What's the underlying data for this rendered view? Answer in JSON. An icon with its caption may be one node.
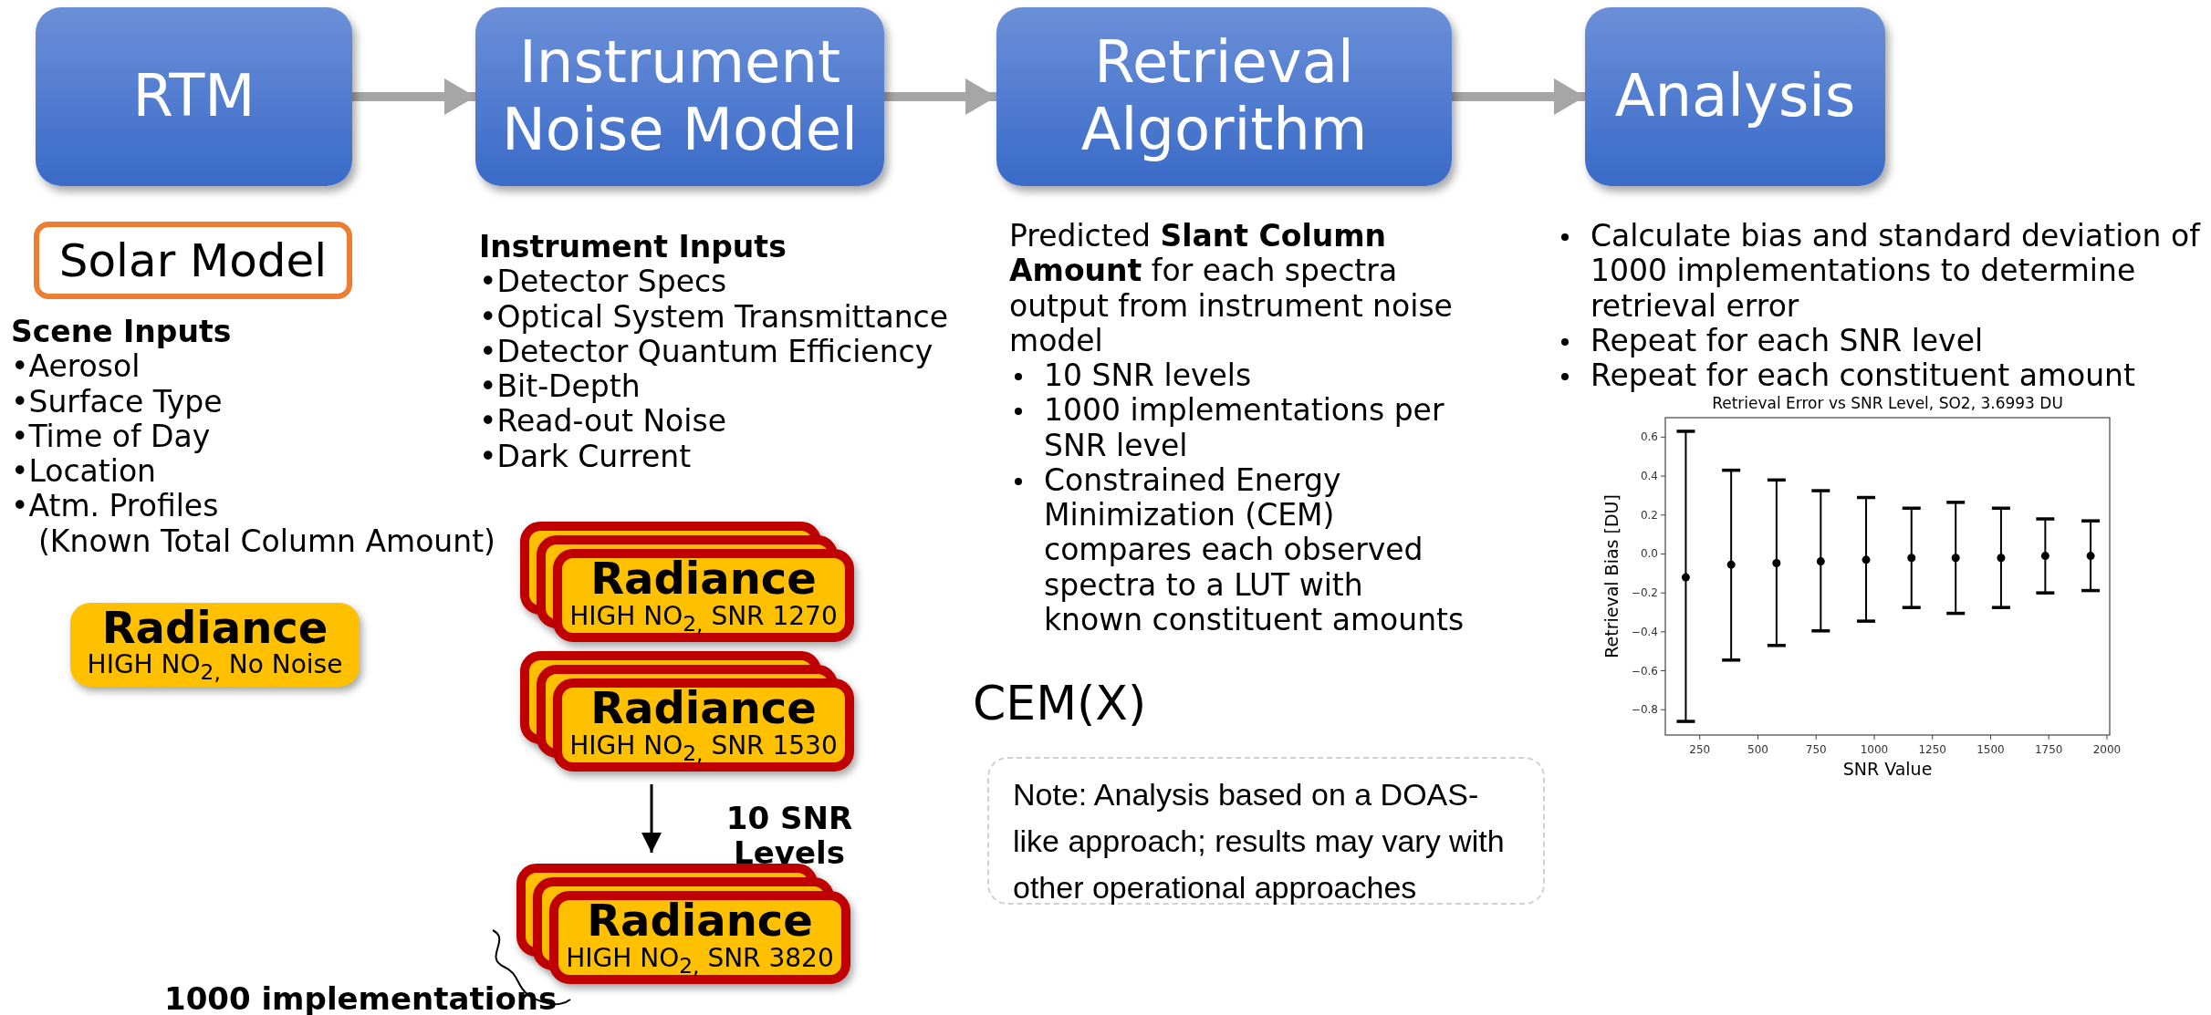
{
  "diagram": {
    "nodes": [
      {
        "text": [
          "RTM"
        ]
      },
      {
        "text": [
          "Instrument Noise Model"
        ]
      },
      {
        "text": [
          "Retrieval Algorithm"
        ]
      },
      {
        "text": [
          "Analysis"
        ]
      },
      {
        "text": [
          "Solar Model"
        ]
      },
      {
        "text": [
          "Radiance",
          "HIGH NO$_{2,}$ No Noise"
        ]
      },
      {
        "text": [
          "Radiance",
          "HIGH NO$_{2,}$ SNR 1270"
        ]
      },
      {
        "text": [
          "Radiance",
          "HIGH NO$_{2,}$ SNR 1530"
        ]
      },
      {
        "text": [
          "Radiance",
          "HIGH NO$_{2,}$ SNR 3820"
        ]
      },
      {
        "text": [
          "Note: Analysis based on a DOAS-like approach; results may vary with other operational approaches"
        ]
      }
    ],
    "edges": [
      {
        "from": 0,
        "to": 1,
        "arrow": "to"
      },
      {
        "from": 1,
        "to": 2,
        "arrow": "to"
      },
      {
        "from": 2,
        "to": 3,
        "arrow": "to"
      },
      {
        "from": 7,
        "to": 8,
        "arrow": "to",
        "color": "#000000"
      }
    ],
    "labels": [
      "Scene Inputs",
      "•Aerosol",
      "•Surface Type",
      "•Time of Day",
      "•Location",
      "•Atm. Profiles",
      "(Known Total Column Amount)",
      "Instrument Inputs",
      "•Detector Specs",
      "•Optical System Transmittance",
      "•Detector Quantum Efficiency",
      "•Bit-Depth",
      "•Read-out Noise",
      "•Dark Current",
      "Predicted **Slant Column Amount** for each spectra output from instrument noise model",
      "10 SNR levels",
      "1000 implementations per SNR level",
      "Constrained Energy Minimization (CEM) compares each observed spectra to a LUT with known constituent amounts",
      "CEM(X)",
      "Calculate bias and standard deviation of 1000 implementations to determine retrieval error",
      "Repeat for each SNR level",
      "Repeat for each constituent amount",
      "10 SNR Levels",
      "1000 implementations"
    ],
    "chart_data": {
      "type": "scatter",
      "title": "Retrieval Error vs SNR Level, SO2, 3.6993 DU",
      "xlabel": "SNR Value",
      "ylabel": "Retrieval Bias [DU]",
      "x": [
        190,
        385,
        580,
        770,
        965,
        1160,
        1350,
        1545,
        1735,
        1930
      ],
      "series": [
        {
          "color": "#000000",
          "values": [
            -0.12,
            -0.055,
            -0.047,
            -0.038,
            -0.03,
            -0.02,
            -0.02,
            -0.02,
            -0.01,
            -0.01
          ],
          "errors": [
            [
              -0.86,
              0.63
            ],
            [
              -0.545,
              0.43
            ],
            [
              -0.47,
              0.38
            ],
            [
              -0.395,
              0.325
            ],
            [
              -0.345,
              0.29
            ],
            [
              -0.275,
              0.235
            ],
            [
              -0.305,
              0.265
            ],
            [
              -0.275,
              0.235
            ],
            [
              -0.2,
              0.18
            ],
            [
              -0.188,
              0.17
            ]
          ]
        }
      ],
      "xlim": [
        102,
        2012
      ],
      "ylim": [
        -0.93,
        0.7
      ],
      "xticks": [
        250,
        500,
        750,
        1000,
        1250,
        1500,
        1750,
        2000
      ],
      "yticks": [
        {
          "value": -0.8,
          "label": "−0.8"
        },
        {
          "value": -0.6,
          "label": "−0.6"
        },
        {
          "value": -0.4,
          "label": "−0.4"
        },
        {
          "value": -0.2,
          "label": "−0.2"
        },
        {
          "value": 0.0,
          "label": "0.0"
        },
        0.2,
        0.4,
        0.6
      ]
    }
  }
}
